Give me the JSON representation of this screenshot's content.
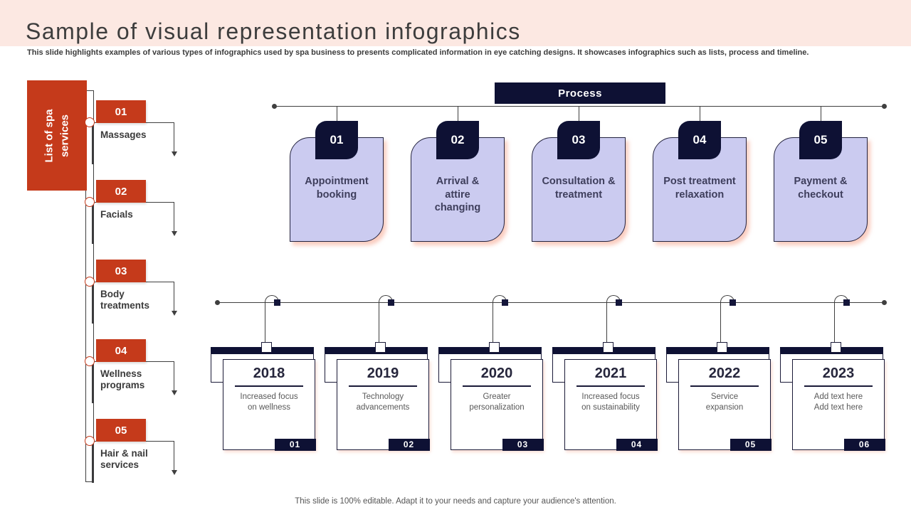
{
  "slide": {
    "title": "Sample of visual representation infographics",
    "subtitle": "This slide highlights examples of various types of infographics used by spa business to presents complicated information in eye catching designs. It showcases infographics such as lists, process and timeline.",
    "footer": "This slide is 100% editable. Adapt it to your needs and capture your audience's attention."
  },
  "colors": {
    "accent_red": "#c53a1b",
    "navy": "#0e1134",
    "lavender": "#cbcbf0",
    "header_pink": "#fce8e2"
  },
  "spa_services_list": {
    "side_label": "List of spa\nservices",
    "items": [
      {
        "number": "01",
        "label": "Massages"
      },
      {
        "number": "02",
        "label": "Facials"
      },
      {
        "number": "03",
        "label": "Body\ntreatments"
      },
      {
        "number": "04",
        "label": "Wellness\nprograms"
      },
      {
        "number": "05",
        "label": "Hair & nail\nservices"
      }
    ]
  },
  "process": {
    "header": "Process",
    "steps": [
      {
        "number": "01",
        "label": "Appointment\nbooking"
      },
      {
        "number": "02",
        "label": "Arrival &\nattire\nchanging"
      },
      {
        "number": "03",
        "label": "Consultation &\ntreatment"
      },
      {
        "number": "04",
        "label": "Post treatment\nrelaxation"
      },
      {
        "number": "05",
        "label": "Payment &\ncheckout"
      }
    ]
  },
  "timeline": {
    "entries": [
      {
        "year": "2018",
        "description": "Increased focus\non wellness",
        "number": "01"
      },
      {
        "year": "2019",
        "description": "Technology\nadvancements",
        "number": "02"
      },
      {
        "year": "2020",
        "description": "Greater\npersonalization",
        "number": "03"
      },
      {
        "year": "2021",
        "description": "Increased focus\non sustainability",
        "number": "04"
      },
      {
        "year": "2022",
        "description": "Service\nexpansion",
        "number": "05"
      },
      {
        "year": "2023",
        "description": "Add text here\nAdd text here",
        "number": "06"
      }
    ]
  }
}
